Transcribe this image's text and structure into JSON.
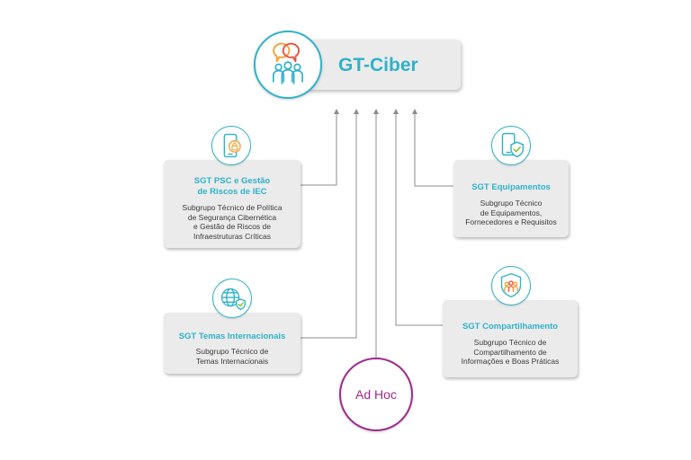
{
  "main": {
    "title": "GT-Ciber",
    "icon": "people-speech-bubbles-icon"
  },
  "groups": {
    "psc": {
      "title": "SGT PSC e Gestão de Riscos de IEC",
      "title_lines": [
        "SGT PSC e Gestão",
        "de Riscos de IEC"
      ],
      "description_lines": [
        "Subgrupo Técnico de Política",
        "de Segurança Cibernética",
        "e Gestão de Riscos de",
        "Infraestruturas Críticas"
      ],
      "icon": "phone-lock-icon"
    },
    "equipamentos": {
      "title": "SGT Equipamentos",
      "description_lines": [
        "Subgrupo Técnico",
        "de Equipamentos,",
        "Fornecedores e Requisitos"
      ],
      "icon": "phone-shield-check-icon"
    },
    "temas": {
      "title": "SGT Temas Internacionais",
      "description_lines": [
        "Subgrupo Técnico de",
        "Temas Internacionais"
      ],
      "icon": "globe-shield-icon"
    },
    "compartilhamento": {
      "title": "SGT Compartilhamento",
      "description_lines": [
        "Subgrupo Técnico de",
        "Compartilhamento de",
        "Informações e Boas Práticas"
      ],
      "icon": "shield-people-icon"
    },
    "adhoc": {
      "label": "Ad Hoc"
    }
  },
  "colors": {
    "accent": "#2fb2c9",
    "adhoc": "#9e2a8b",
    "box": "#ebebec",
    "connector": "#8c8c8c"
  }
}
